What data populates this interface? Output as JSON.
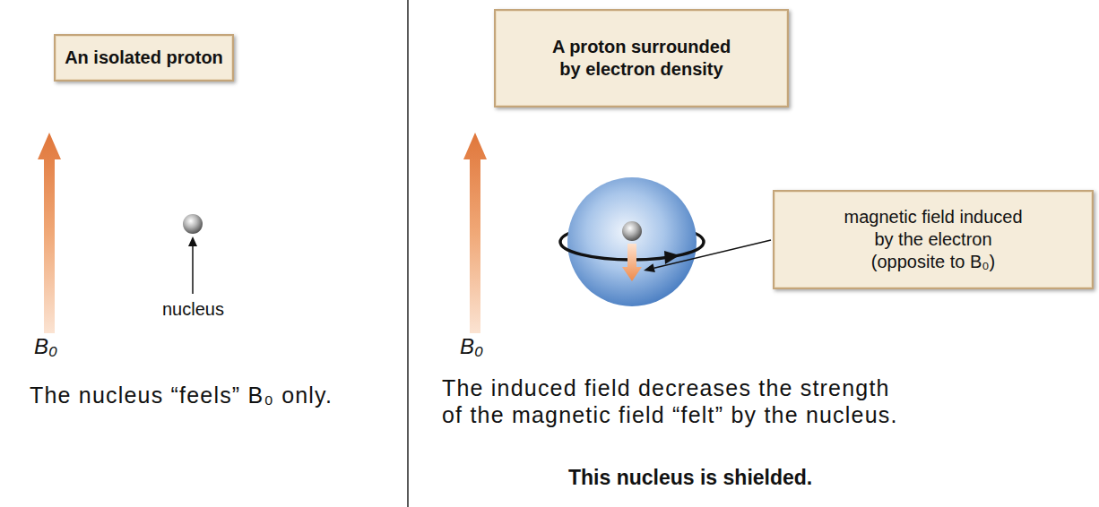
{
  "diagram": {
    "nodes": [
      {
        "text": [
          "An isolated proton"
        ]
      },
      {
        "text": [
          "A proton surrounded by electron density"
        ]
      },
      {
        "text": [
          "magnetic field induced by the electron (opposite to B₀)"
        ]
      }
    ],
    "labels": [
      "B₀",
      "nucleus",
      "The nucleus “feels” B₀ only.",
      "B₀",
      "The induced field decreases the strength of the magnetic field “felt” by the nucleus.",
      "This nucleus is shielded."
    ]
  }
}
